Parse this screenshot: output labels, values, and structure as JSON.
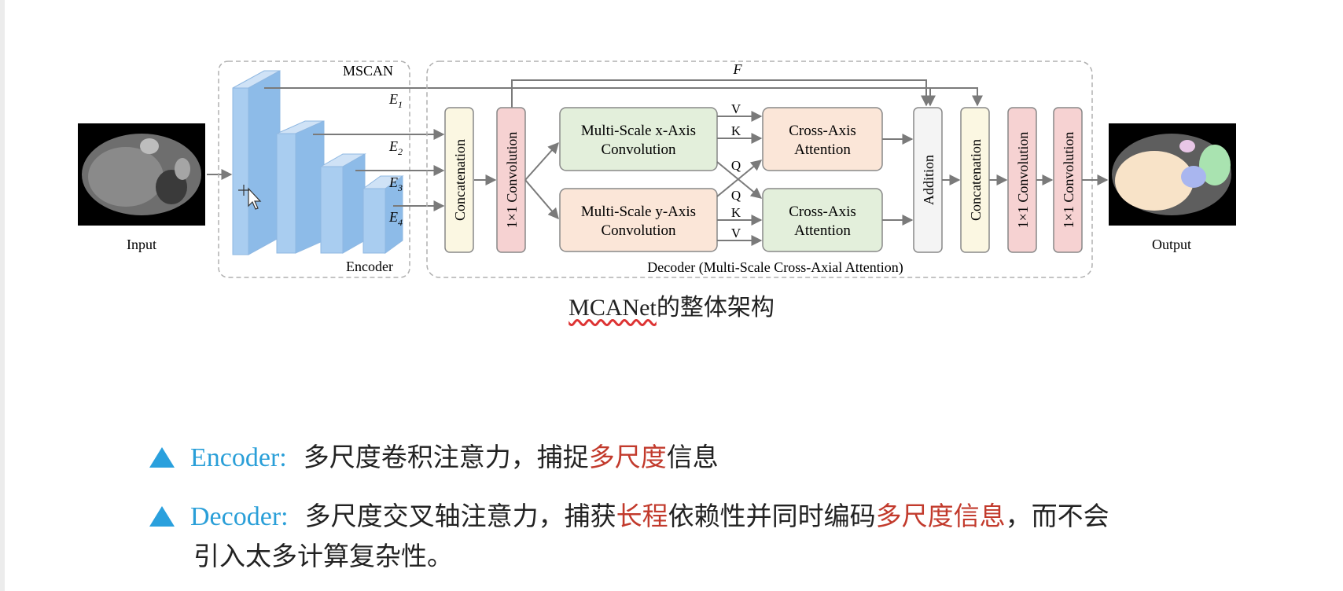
{
  "diagram": {
    "input_label": "Input",
    "output_label": "Output",
    "encoder_group_title": "MSCAN",
    "encoder_label": "Encoder",
    "decoder_label": "Decoder (Multi-Scale Cross-Axial Attention)",
    "skip_label": "F",
    "feature_labels": [
      "E1",
      "E2",
      "E3",
      "E4"
    ],
    "concat_label": "Concatenation",
    "conv1x1_label": "1×1 Convolution",
    "msx_line1": "Multi-Scale x-Axis",
    "msx_line2": "Convolution",
    "msy_line1": "Multi-Scale y-Axis",
    "msy_line2": "Convolution",
    "cross_axis_line1": "Cross-Axis",
    "cross_axis_line2": "Attention",
    "qkv": [
      "V",
      "K",
      "Q",
      "Q",
      "K",
      "V"
    ],
    "addition_label": "Addition",
    "concat2_label": "Concatenation",
    "conv_a_label": "1×1 Convolution",
    "conv_b_label": "1×1 Convolution"
  },
  "caption": {
    "model_name": "MCANet",
    "suffix": "的整体架构"
  },
  "bullets": {
    "encoder": {
      "term": "Encoder",
      "sep": ":",
      "text_before": "多尺度卷积注意力，捕捉",
      "highlight": "多尺度",
      "text_after": "信息"
    },
    "decoder": {
      "term": "Decoder",
      "sep": ":",
      "text_1": "多尺度交叉轴注意力，捕获",
      "highlight_1": "长程",
      "text_2": "依赖性并同时编码",
      "highlight_2": "多尺度信息",
      "text_3": "，而不会",
      "text_4": "引入太多计算复杂性。"
    }
  },
  "colors": {
    "encoder_blue": "#a9cdf0",
    "bullet_blue": "#2aa0dd",
    "highlight_red": "#c23a2c",
    "green_box": "#e3efdb",
    "peach_box": "#fbe6d8",
    "pink_box": "#f6d2d2",
    "yellow_box": "#fbf7e2"
  }
}
